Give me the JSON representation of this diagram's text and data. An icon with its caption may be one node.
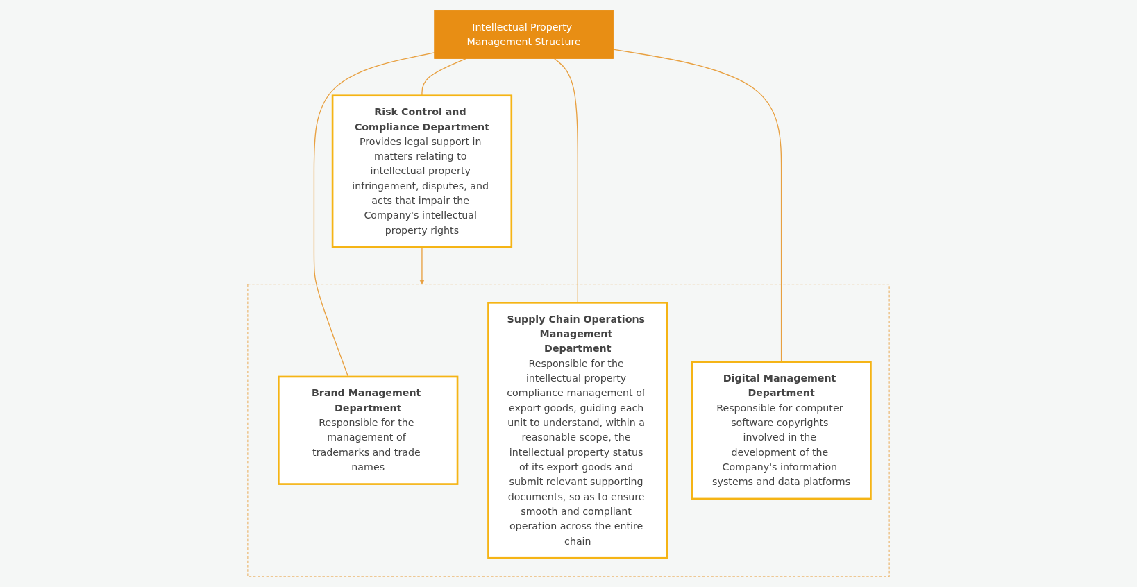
{
  "diagram": {
    "nodes": [
      {
        "text": [
          "Intellectual Property Management Structure"
        ]
      },
      {
        "text": [],
        "shape": "box"
      },
      {
        "text": [
          "Brand Management Department",
          "Responsible for the management of trademarks and trade names"
        ],
        "in": 1
      },
      {
        "text": [
          "Supply Chain Operations Management Department",
          "Responsible for the intellectual property compliance management of export goods, guiding each unit to understand, within a reasonable scope, the intellectual property status of its export goods and submit relevant supporting documents, so as to ensure smooth and compliant operation across the entire chain"
        ],
        "in": 1
      },
      {
        "text": [
          "Digital Management Department",
          "Responsible for computer software copyrights involved in the development of the Company's information systems and data platforms"
        ],
        "in": 1
      },
      {
        "text": [
          "Risk Control and Compliance Department",
          "Provides legal support in matters relating to intellectual property infringement, disputes, and acts that impair the Company's intellectual property rights"
        ]
      }
    ],
    "edges": [
      {
        "from": 0,
        "to": 2,
        "arrow": "none"
      },
      {
        "from": 0,
        "to": 3,
        "arrow": "none"
      },
      {
        "from": 0,
        "to": 4,
        "arrow": "none"
      },
      {
        "from": 0,
        "to": 5,
        "arrow": "none"
      },
      {
        "from": 5,
        "to": 1,
        "arrow": "to"
      }
    ]
  }
}
